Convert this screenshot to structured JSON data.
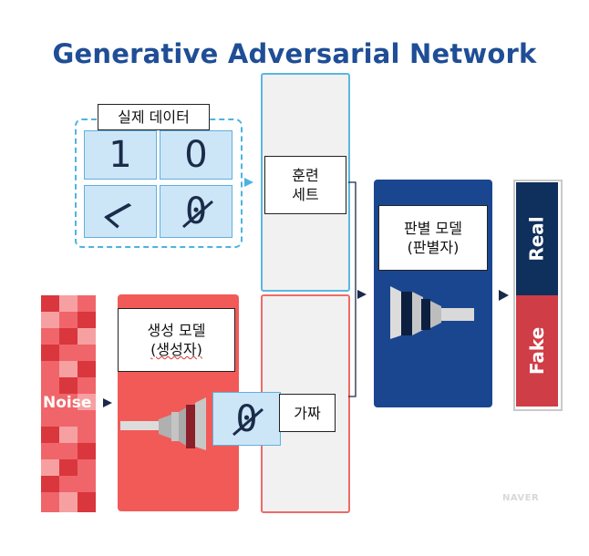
{
  "title": "Generative Adversarial Network",
  "real_data": {
    "label": "실제 데이터",
    "digits": [
      "1",
      "0",
      "7",
      "0"
    ]
  },
  "training_set": {
    "line1": "훈련",
    "line2": "세트"
  },
  "generator": {
    "line1": "생성 모델",
    "line2": "(생성자)"
  },
  "fake_data": {
    "label": "가짜",
    "digit": "0"
  },
  "discriminator": {
    "line1": "판별 모델",
    "line2": "(판별자)"
  },
  "noise": "Noise",
  "output": {
    "real": "Real",
    "fake": "Fake"
  },
  "watermark": "NAVER",
  "colors": {
    "title": "#1f4e96",
    "real_cell": "#cde6f7",
    "generator": "#f25a58",
    "discriminator": "#1a4690",
    "real_out": "#0f2f5c",
    "fake_out": "#cf3d47"
  }
}
